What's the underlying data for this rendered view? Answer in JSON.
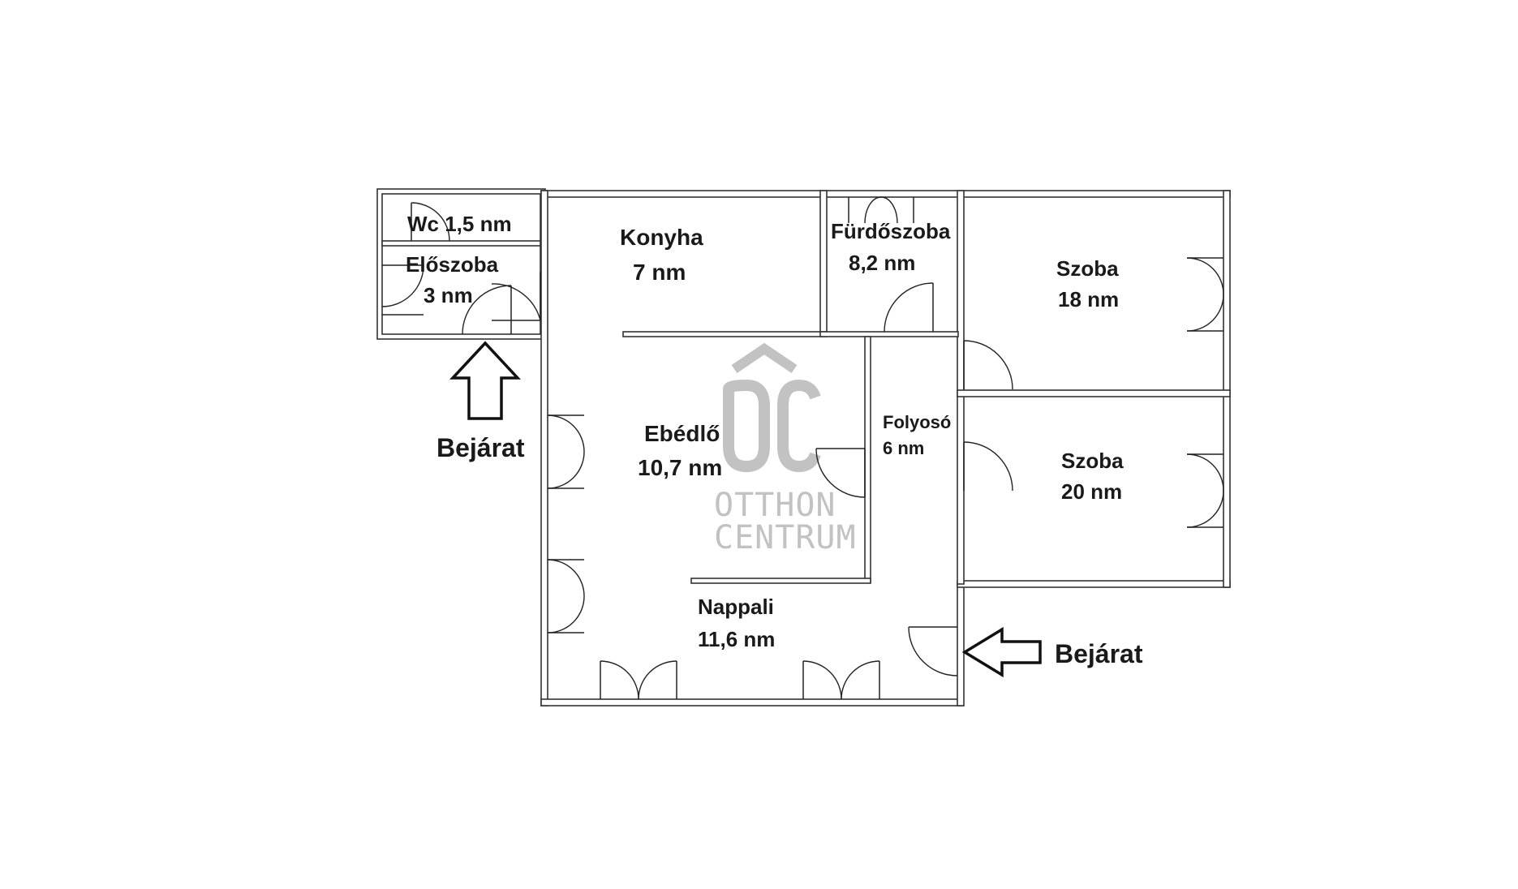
{
  "rooms": {
    "wc": "Wc 1,5 nm",
    "eloszoba_name": "Előszoba",
    "eloszoba_area": "3 nm",
    "konyha_name": "Konyha",
    "konyha_area": "7 nm",
    "furdoszoba_name": "Fürdőszoba",
    "furdoszoba_area": "8,2 nm",
    "szoba1_name": "Szoba",
    "szoba1_area": "18 nm",
    "ebedlo_name": "Ebédlő",
    "ebedlo_area": "10,7 nm",
    "folyoso_name": "Folyosó",
    "folyoso_area": "6 nm",
    "szoba2_name": "Szoba",
    "szoba2_area": "20 nm",
    "nappali_name": "Nappali",
    "nappali_area": "11,6 nm"
  },
  "entrances": {
    "left": "Bejárat",
    "right": "Bejárat"
  },
  "watermark": {
    "mark": "ÔC",
    "line1": "OTTHON",
    "line2": "CENTRUM",
    "color": "#c2c2c2"
  }
}
